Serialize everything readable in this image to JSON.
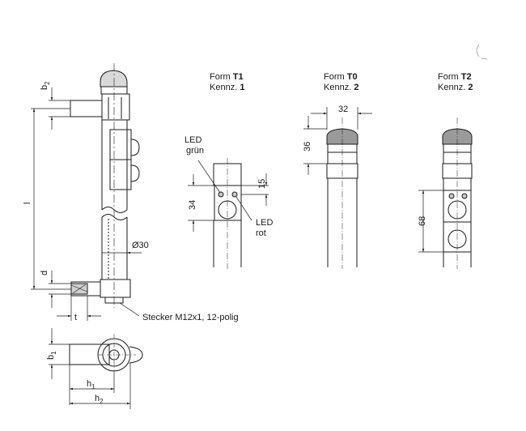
{
  "forms": [
    {
      "prefix": "Form ",
      "code": "T1",
      "kennz_prefix": "Kennz. ",
      "kennz": "1"
    },
    {
      "prefix": "Form ",
      "code": "T0",
      "kennz_prefix": "Kennz. ",
      "kennz": "2"
    },
    {
      "prefix": "Form ",
      "code": "T2",
      "kennz_prefix": "Kennz. ",
      "kennz": "2"
    }
  ],
  "labels": {
    "led_gruen_1": "LED",
    "led_gruen_2": "grün",
    "led_rot_1": "LED",
    "led_rot_2": "rot",
    "connector": "Stecker M12x1, 12-polig",
    "diameter": "Ø30"
  },
  "dims": {
    "b2": "b",
    "b2_sub": "2",
    "l": "l",
    "d": "d",
    "t": "t",
    "b1": "b",
    "b1_sub": "1",
    "h1": "h",
    "h1_sub": "1",
    "h2": "h",
    "h2_sub": "2",
    "t1_15": "15",
    "t1_34": "34",
    "t0_32": "32",
    "t0_36": "36",
    "t2_68": "68"
  },
  "colors": {
    "line": "#1a1a1a",
    "cap": "#9a9a9a",
    "led_fill": "#c8c8c8"
  }
}
